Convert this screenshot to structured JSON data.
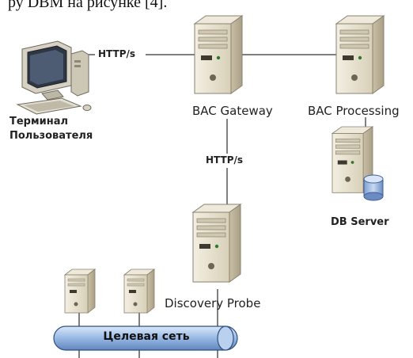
{
  "header_text": "ру DBM на рисунке [4].",
  "nodes": {
    "terminal": {
      "label_line1": "Терминал",
      "label_line2": "Пользователя",
      "icon": "computer-icon"
    },
    "bac_gateway": {
      "label": "BAC Gateway",
      "icon": "server-icon"
    },
    "bac_processing": {
      "label": "BAC Processing",
      "icon": "server-icon"
    },
    "db_server": {
      "label": "DB Server",
      "icon": "database-server-icon"
    },
    "discovery_probe": {
      "label": "Discovery Probe",
      "icon": "server-icon"
    },
    "target_network": {
      "label": "Целевая сеть"
    }
  },
  "edges": {
    "terminal_gateway_label": "HTTP/s",
    "gateway_probe_label": "HTTP/s"
  },
  "colors": {
    "server_body": "#d9d2bd",
    "server_front": "#ebe6d6",
    "network_pipe": "#7ea6d8",
    "line": "#555555"
  }
}
